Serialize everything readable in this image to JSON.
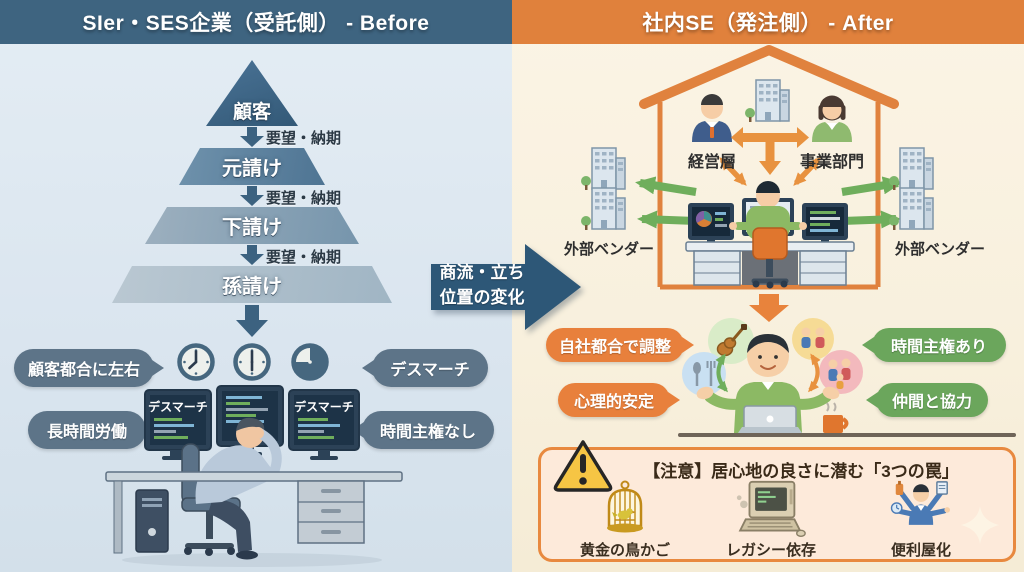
{
  "header": {
    "before": "SIer・SES企業（受託側） - Before",
    "after": "社内SE（発注側） - After"
  },
  "before": {
    "pyramid": {
      "levels": [
        {
          "label": "顧客"
        },
        {
          "label": "元請け"
        },
        {
          "label": "下請け"
        },
        {
          "label": "孫請け"
        }
      ],
      "flow_label": "要望・納期"
    },
    "bubbles": {
      "top_left": "顧客都合に左右",
      "bottom_left": "長時間労働",
      "top_right": "デスマーチ",
      "bottom_right": "時間主権なし"
    },
    "monitor_text": "デスマーチ"
  },
  "transition": {
    "line1": "商流・立ち",
    "line2": "位置の変化"
  },
  "after": {
    "house": {
      "management_label": "経営層",
      "business_label": "事業部門",
      "vendor_left_label": "外部ベンダー",
      "vendor_right_label": "外部ベンダー"
    },
    "bubbles": {
      "top_left": "自社都合で調整",
      "bottom_left": "心理的安定",
      "top_right": "時間主権あり",
      "bottom_right": "仲間と協力"
    },
    "warning": {
      "title": "【注意】居心地の良さに潜む「3つの罠」",
      "traps": [
        {
          "label": "黄金の鳥かご",
          "icon": "birdcage-icon"
        },
        {
          "label": "レガシー依存",
          "icon": "legacy-computer-icon"
        },
        {
          "label": "便利屋化",
          "icon": "handyman-icon"
        }
      ]
    }
  },
  "colors": {
    "before_header_bg": "#3e6480",
    "before_panel_bg": "#dde8f1",
    "after_header_bg": "#e0813c",
    "after_panel_bg": "#f9f1e0",
    "pyramid_dark": "#3c6280",
    "dark_bubble": "#5d7488",
    "accent_orange": "#e8803c",
    "accent_green": "#6ba65c",
    "transition_arrow": "#2d5777",
    "warning_border": "#e8893f",
    "warning_bg": "#fdeada",
    "warning_triangle": "#f6c544"
  },
  "icons": {
    "clock": "clock-icon",
    "warning": "warning-triangle-icon",
    "sparkle": "sparkle-icon",
    "house": "house-icon",
    "building": "office-building-icon"
  }
}
